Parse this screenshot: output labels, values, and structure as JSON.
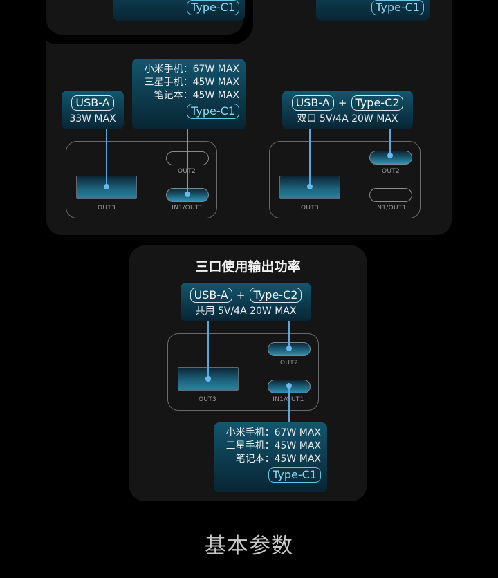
{
  "top_section": {
    "left_box_tag": "Type-C1",
    "right_box_tag": "Type-C1"
  },
  "two_port": {
    "left_config": {
      "usb_a_box": {
        "tag": "USB-A",
        "power": "33W MAX"
      },
      "type_c1_box": {
        "lines": [
          "小米手机：67W MAX",
          "三星手机：45W MAX",
          "笔记本：45W MAX"
        ],
        "tag": "Type-C1"
      },
      "ports": {
        "out2": "OUT2",
        "out3": "OUT3",
        "in1_out1": "IN1/OUT1"
      }
    },
    "right_config": {
      "box": {
        "tag_a": "USB-A",
        "plus": "+",
        "tag_c2": "Type-C2",
        "power": "双口 5V/4A 20W MAX"
      },
      "ports": {
        "out2": "OUT2",
        "out3": "OUT3",
        "in1_out1": "IN1/OUT1"
      }
    }
  },
  "three_port": {
    "title": "三口使用输出功率",
    "shared_box": {
      "tag_a": "USB-A",
      "plus": "+",
      "tag_c2": "Type-C2",
      "power": "共用 5V/4A 20W MAX"
    },
    "ports": {
      "out2": "OUT2",
      "out3": "OUT3",
      "in1_out1": "IN1/OUT1"
    },
    "type_c1_box": {
      "lines": [
        "小米手机：67W MAX",
        "三星手机：45W MAX",
        "笔记本：45W MAX"
      ],
      "tag": "Type-C1"
    }
  },
  "footer": {
    "title": "基本参数"
  },
  "colors": {
    "accent_wire": "#5aa7e0",
    "card_bg": "#151515",
    "label_bg": "#14566e",
    "c1_tag": "#8fd6f2"
  }
}
